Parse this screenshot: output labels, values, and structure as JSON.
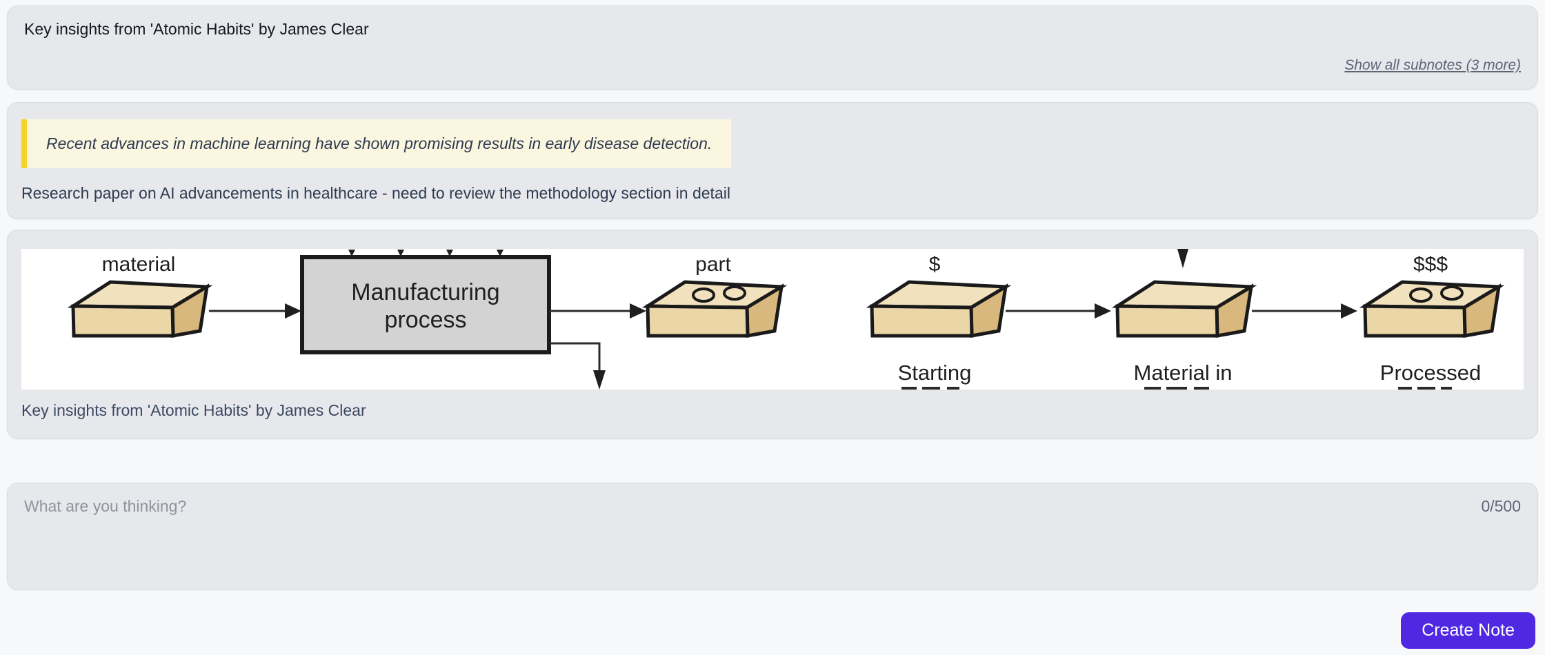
{
  "colors": {
    "accent": "#5128e2",
    "quote_border": "#f5d327",
    "quote_background": "#fbf6df",
    "card_background": "#e7e8ec"
  },
  "parent_note": {
    "title": "Key insights from 'Atomic Habits' by James Clear",
    "subnotes_link": "Show all subnotes (3 more)"
  },
  "quote_note": {
    "quote": "Recent advances in machine learning have shown promising results in early disease detection.",
    "text": "Research paper on AI advancements in healthcare - need to review the methodology section in detail"
  },
  "image_note": {
    "caption": "Key insights from 'Atomic Habits' by James Clear",
    "diagram": {
      "material_label": "material",
      "process_line1": "Manufacturing",
      "process_line2": "process",
      "part_label": "part",
      "dollar_label": "$",
      "starting_label": "Starting",
      "material_in_label": "Material in",
      "dollars_label": "$$$",
      "processed_label": "Processed"
    }
  },
  "composer": {
    "placeholder": "What are you thinking?",
    "char_counter": "0/500",
    "create_button_label": "Create Note"
  }
}
